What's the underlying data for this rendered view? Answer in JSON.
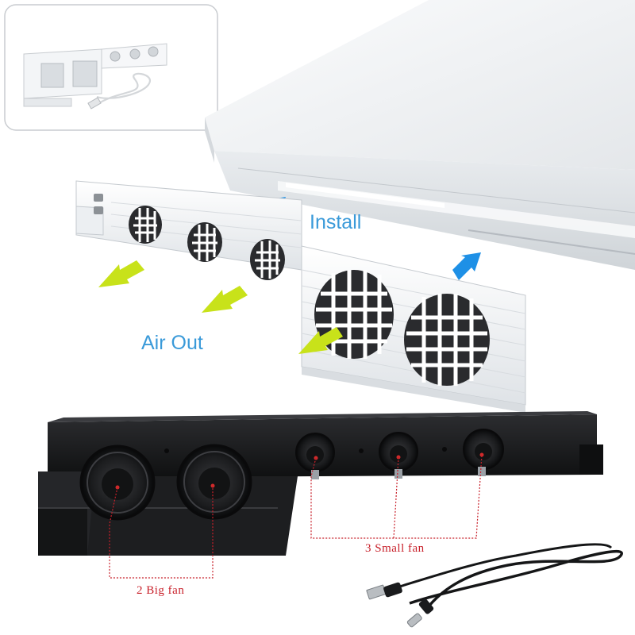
{
  "labels": {
    "install": "Install",
    "air_out": "Air Out",
    "small_fan": "3 Small fan",
    "big_fan": "2 Big fan"
  },
  "colors": {
    "install_arrow": "#1e90e6",
    "air_out_arrow": "#c8e21a",
    "label_blue": "#3a9ad9",
    "label_red": "#c8202a",
    "white_unit": "#f4f6f8",
    "black_unit": "#1a1b1d",
    "console": "#eef0f2"
  },
  "inset": {
    "items": [
      "white-cooling-fan-unit",
      "usb-cable"
    ]
  },
  "fans": {
    "white_unit": {
      "small": 3,
      "big": 2
    },
    "black_unit": {
      "small": 3,
      "big": 2
    }
  }
}
